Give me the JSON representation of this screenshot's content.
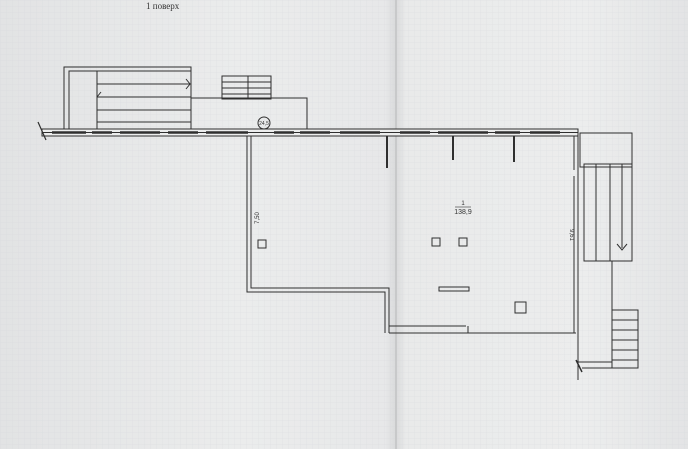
{
  "sheet": {
    "floor_title": "1 поверх"
  },
  "plan": {
    "room_number": "1",
    "room_area": "138,9",
    "dim_left": "7,50",
    "dim_right": "9,61",
    "marker": "24,5"
  },
  "colors": {
    "paper": "#eceded",
    "ink": "#2f2f2f",
    "grid": "#c9ccd3"
  }
}
